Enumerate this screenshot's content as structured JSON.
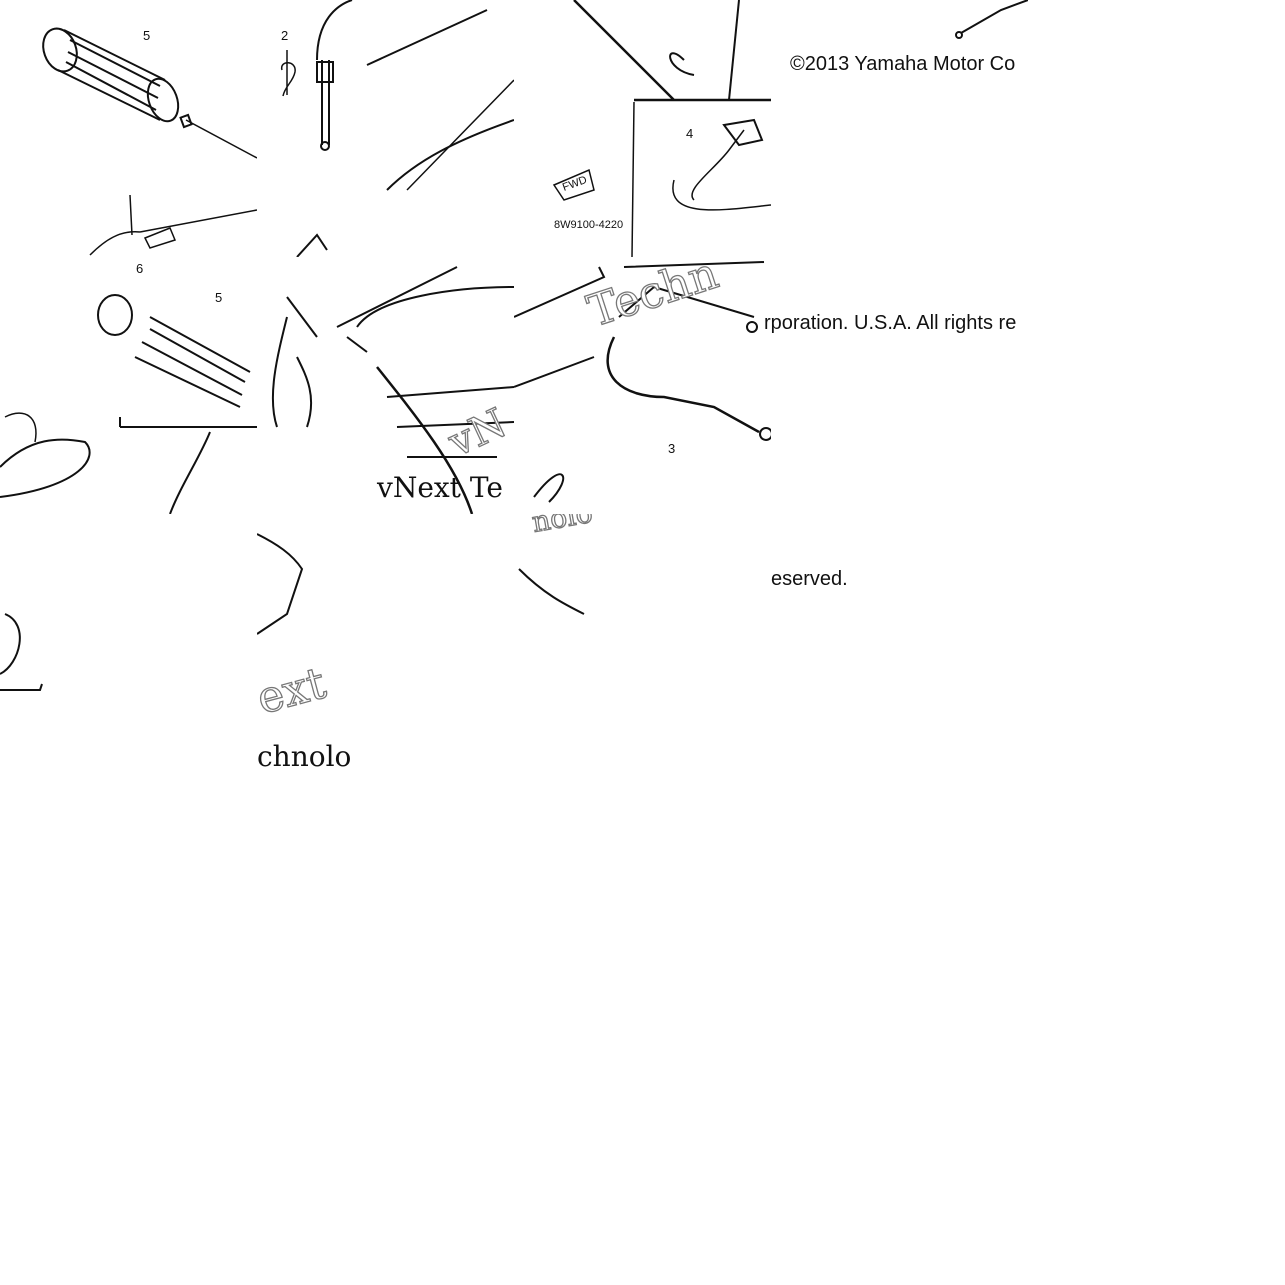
{
  "copyright": {
    "line1": "©2013 Yamaha Motor Co",
    "line2": "rporation. U.S.A. All rights re",
    "line3": "eserved."
  },
  "part_number": "8W9100-4220",
  "fwd_label": "FWD",
  "callouts": {
    "grip_top": "5",
    "clip": "2",
    "cable_4": "4",
    "ring": "6",
    "grip_bottom": "5",
    "cable_3": "3"
  },
  "watermark": {
    "frag_techn": "Techn",
    "frag_vnext_te": "vNext Te",
    "frag_vn": "vN",
    "frag_ext": "ext",
    "frag_chnolo": "chnolo",
    "frag_nolo": "nolo"
  }
}
